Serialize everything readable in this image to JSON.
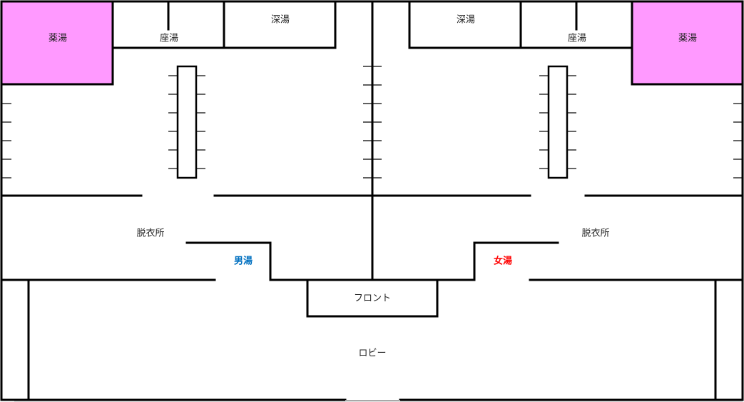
{
  "diagram": {
    "type": "floor-plan",
    "subject": "bathhouse (sento) layout",
    "colors": {
      "medicinal_bath_fill": "#ff99ff",
      "men_label": "#0070c0",
      "women_label": "#ff0000",
      "walls": "#000000",
      "entrance_gap": "#a0a0a0"
    },
    "men_side": {
      "medicinal_bath": "薬湯",
      "sitting_bath": "座湯",
      "deep_bath": "深湯",
      "changing_room": "脱衣所",
      "entrance_label": "男湯"
    },
    "women_side": {
      "medicinal_bath": "薬湯",
      "sitting_bath": "座湯",
      "deep_bath": "深湯",
      "changing_room": "脱衣所",
      "entrance_label": "女湯"
    },
    "front_desk": "フロント",
    "lobby": "ロビー"
  }
}
